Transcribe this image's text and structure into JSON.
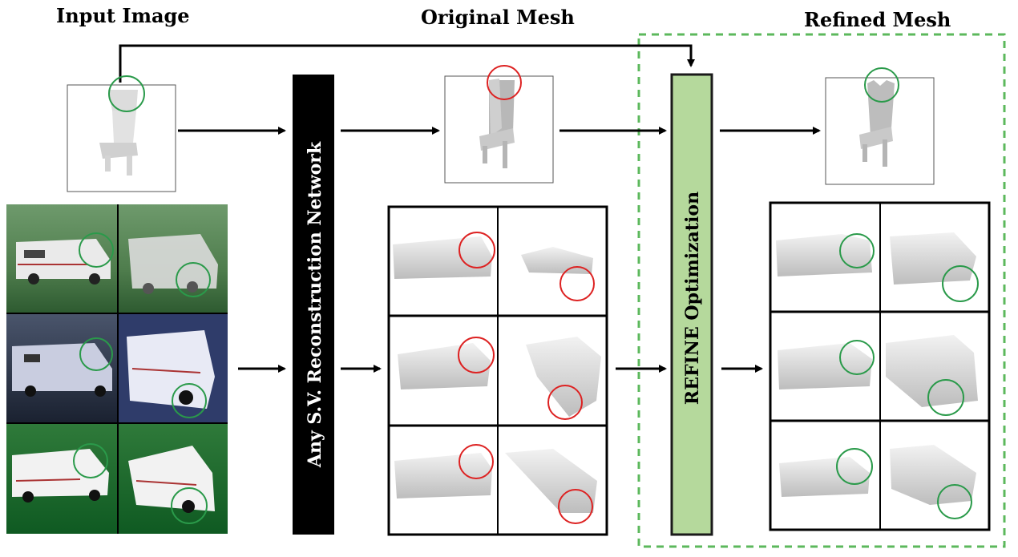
{
  "headers": {
    "input": "Input Image",
    "original": "Original Mesh",
    "refined": "Refined Mesh"
  },
  "blocks": {
    "network": "Any S.V. Reconstruction Network",
    "refine": "REFINE Optimization"
  },
  "colors": {
    "network_fill": "#000000",
    "network_text": "#ffffff",
    "refine_fill": "#b5d99c",
    "refine_border": "#1a1a1a",
    "dashed_box": "#5cb85c",
    "circle_bad": "#dd2222",
    "circle_good": "#2a9a4a",
    "arrow": "#000000",
    "mesh": "#d8d8d8",
    "background_green": "#3d6b3f",
    "background_dark": "#232c3b"
  },
  "icons": {
    "arrow": "right-arrow-icon",
    "circle": "highlight-circle-icon"
  }
}
